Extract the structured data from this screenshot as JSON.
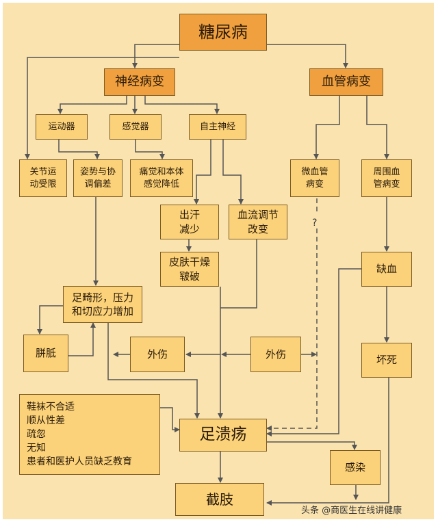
{
  "nodes": {
    "diabetes": "糖尿病",
    "neuropathy": "神经病变",
    "vasculopathy": "血管病变",
    "motor": "运动器",
    "sensory": "感觉器",
    "autonomic": "自主神经",
    "joint_limit": "关节运\n动受限",
    "posture": "姿势与协\n调偏差",
    "pain_loss": "痛觉和本体\n感觉降低",
    "microvascular": "微血管\n病变",
    "peripheral_vascular": "周围血\n管病变",
    "sweat": "出汗\n减少",
    "blood_flow": "血流调节\n改变",
    "skin": "皮肤干燥\n皲破",
    "ischemia": "缺血",
    "deformity": "足畸形，压力\n和切应力增加",
    "callus": "胼胝",
    "trauma_left": "外伤",
    "trauma_right": "外伤",
    "necrosis": "坏死",
    "ulcer": "足溃疡",
    "infection": "感染",
    "amputation": "截肢"
  },
  "causes": [
    "鞋袜不合适",
    "顺从性差",
    "疏忽",
    "无知",
    "患者和医护人员缺乏教育"
  ],
  "question_mark": "?",
  "watermark": "头条 @商医生在线讲健康",
  "colors": {
    "background": "#fae3ae",
    "box_light": "#fbd27a",
    "box_dark": "#f0a03e",
    "line": "#555555"
  }
}
